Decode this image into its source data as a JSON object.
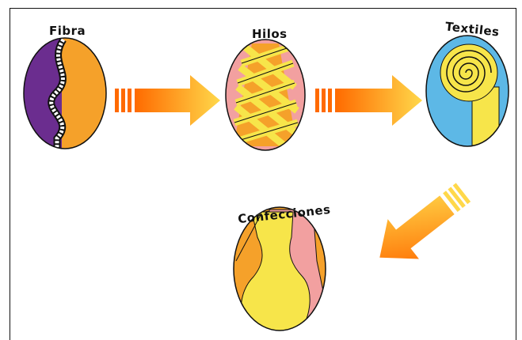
{
  "stages": {
    "fibra": "Fibra",
    "hilos": "Hilos",
    "textiles": "Textiles",
    "confecciones": "Confecciones"
  },
  "colors": {
    "arrow_start": "#ff6a00",
    "arrow_end": "#ffd84a",
    "purple": "#6b2d8f",
    "orange": "#f5a12a",
    "pink": "#f2a0a0",
    "yellow": "#f7e54a",
    "blue": "#5db8e6",
    "outline": "#111111"
  },
  "icons": [
    "fiber-icon",
    "yarn-icon",
    "fabric-roll-icon",
    "garment-icon"
  ]
}
